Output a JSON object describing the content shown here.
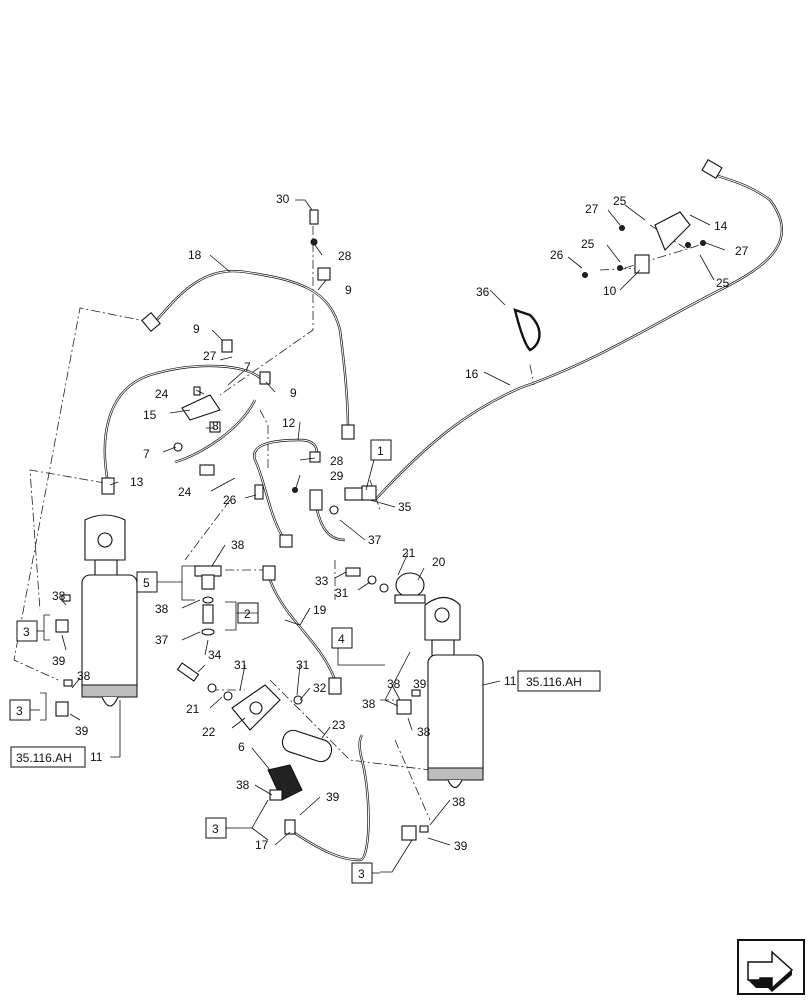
{
  "callouts": {
    "c30": "30",
    "c28a": "28",
    "c9a": "9",
    "c18": "18",
    "c9b": "9",
    "c27a": "27",
    "c7a": "7",
    "c24a": "24",
    "c9c": "9",
    "c15": "15",
    "c12": "12",
    "c7b": "7",
    "c8": "8",
    "c28b": "28",
    "c29": "29",
    "c13": "13",
    "c24b": "24",
    "c26a": "26",
    "c35": "35",
    "c37a": "37",
    "c38a": "38",
    "c38b": "38",
    "c37b": "37",
    "c34": "34",
    "c33": "33",
    "c31a": "31",
    "c21a": "21",
    "c20": "20",
    "c19": "19",
    "c38c": "38",
    "c39a": "39",
    "c38d": "38",
    "c39b": "39",
    "c11a": "11",
    "c31b": "31",
    "c31c": "31",
    "c32": "32",
    "c21b": "21",
    "c22": "22",
    "c23": "23",
    "c6": "6",
    "c38e": "38",
    "c39c": "39",
    "c17": "17",
    "c38f": "38",
    "c39d": "39",
    "c38g": "38",
    "c39e": "39",
    "c38h": "38",
    "c11b": "11",
    "c16": "16",
    "c36": "36",
    "c25a": "25",
    "c27b": "27",
    "c14": "14",
    "c26b": "26",
    "c25b": "25",
    "c27c": "27",
    "c10": "10",
    "c25c": "25"
  },
  "boxes": {
    "b1": "1",
    "b2": "2",
    "b3a": "3",
    "b3b": "3",
    "b3c": "3",
    "b3d": "3",
    "b4": "4",
    "b5": "5"
  },
  "references": {
    "ref_left": "35.116.AH",
    "ref_right": "35.116.AH"
  },
  "icons": {
    "nav": "next-page-arrow-icon"
  }
}
